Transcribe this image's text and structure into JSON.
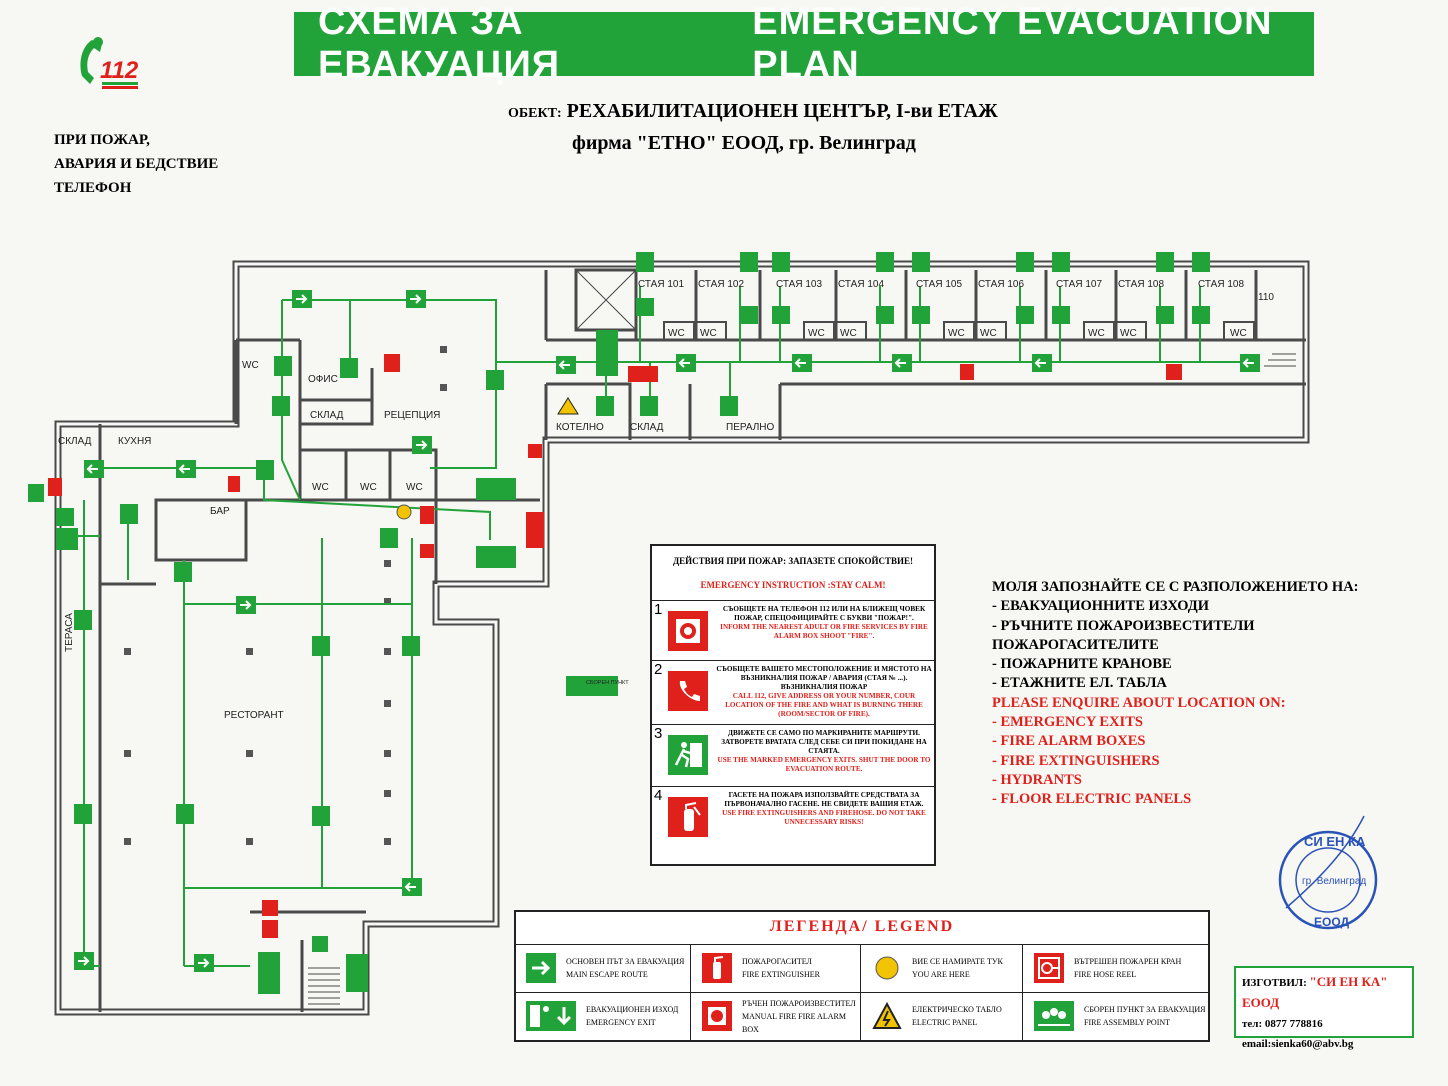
{
  "title": {
    "bg": "СХЕМА ЗА ЕВАКУАЦИЯ",
    "en": "EMERGENCY EVACUATION PLAN"
  },
  "logo_number": "112",
  "phone_note": [
    "ПРИ ПОЖАР,",
    "АВАРИЯ И БЕДСТВИЕ",
    "ТЕЛЕФОН"
  ],
  "object": {
    "label": "ОБЕКТ:",
    "name": "РЕХАБИЛИТАЦИОНЕН ЦЕНТЪР, I-ви ЕТАЖ",
    "firm": "фирма \"ЕТНО\" ЕООД, гр. Велинград"
  },
  "rooms": {
    "r101": "СТАЯ 101",
    "r102": "СТАЯ 102",
    "r103": "СТАЯ 103",
    "r104": "СТАЯ 104",
    "r105": "СТАЯ 105",
    "r106": "СТАЯ 106",
    "r107": "СТАЯ 107",
    "r108": "СТАЯ 108",
    "r109": "СТАЯ 108",
    "r110": "110",
    "wc": "WC",
    "office": "ОФИС",
    "storage": "СКЛАД",
    "reception": "РЕЦЕПЦИЯ",
    "kitchen": "КУХНЯ",
    "bar": "БАР",
    "terrace": "ТЕРАСА",
    "restaurant": "РЕСТОРАНТ",
    "boiler": "КОТЕЛНО",
    "laundry": "ПЕРАЛНО",
    "assembly": "СБОРЕН ПУНКТ"
  },
  "instructions": {
    "header": "ДЕЙСТВИЯ ПРИ ПОЖАР: ЗАПАЗЕТЕ СПОКОЙСТВИЕ!",
    "header_en": "EMERGENCY INSTRUCTION :STAY CALM!",
    "steps": [
      {
        "num": "1",
        "bg": "СЪОБЩЕТЕ НА ТЕЛЕФОН 112 ИЛИ НА БЛИЖЕЩ ЧОВЕК ПОЖАР, СПЕЦОФИЦИРАЙТЕ С БУКВИ \"ПОЖАР!\".",
        "en": "INFORM THE NEAREST ADULT OR FIRE SERVICES BY FIRE ALARM BOX SHOOT \"FIRE\".",
        "icon": "fire-alarm-icon"
      },
      {
        "num": "2",
        "bg": "СЪОБЩЕТЕ ВАШЕТО МЕСТОПОЛОЖЕНИЕ И МЯСТОТО НА ВЪЗНИКНАЛИЯ ПОЖАР / АВАРИЯ (СТАЯ № ...). ВЪЗНИКНАЛИЯ ПОЖАР",
        "en": "CALL 112, GIVE ADDRESS OR YOUR NUMBER, COUR LOCATION OF THE FIRE AND WHAT IS BURNING THERE (ROOM/SECTOR OF FIRE).",
        "icon": "phone-icon"
      },
      {
        "num": "3",
        "bg": "ДВИЖЕТЕ СЕ САМО ПО МАРКИРАНИТЕ МАРШРУТИ. ЗАТВОРЕТЕ ВРАТАТА СЛЕД СЕБЕ СИ ПРИ ПОКИДАНЕ НА СТАЯТА.",
        "en": "USE THE MARKED EMERGENCY EXITS. SHUT THE DOOR TO EVACUATION ROUTE.",
        "icon": "running-man-icon"
      },
      {
        "num": "4",
        "bg": "ГАСЕТЕ НА ПОЖАРА ИЗПОЛЗВАЙТЕ СРЕДСТВАТА ЗА ПЪРВОНАЧАЛНО ГАСЕНЕ. НЕ СВИДЕТЕ ВАШИЯ ЕТАЖ.",
        "en": "USE FIRE EXTINGUISHERS AND FIREHOSE. DO NOT TAKE UNNECESSARY RISKS!",
        "icon": "extinguisher-icon"
      }
    ]
  },
  "please": {
    "bg_title": "МОЛЯ ЗАПОЗНАЙТЕ СЕ С РАЗПОЛОЖЕНИЕТО НА:",
    "bg_items": [
      "-   ЕВАКУАЦИОННИТЕ ИЗХОДИ",
      "-   РЪЧНИТЕ ПОЖАРОИЗВЕСТИТЕЛИ",
      "ПОЖАРОГАСИТЕЛИТЕ",
      "-   ПОЖАРНИТЕ КРАНОВЕ",
      "-   ЕТАЖНИТЕ ЕЛ. ТАБЛА"
    ],
    "en_title": "PLEASE ENQUIRE ABOUT LOCATION ON:",
    "en_items": [
      "-   EMERGENCY EXITS",
      "-   FIRE ALARM BOXES",
      "-   FIRE EXTINGUISHERS",
      "-   HYDRANTS",
      "-   FLOOR ELECTRIC PANELS"
    ]
  },
  "legend": {
    "title": "ЛЕГЕНДА/     LEGEND",
    "items": [
      {
        "bg": "ОСНОВЕН ПЪТ ЗА ЕВАКУАЦИЯ",
        "en": "MAIN ESCAPE ROUTE",
        "icon": "arrow-right-icon"
      },
      {
        "bg": "ПОЖАРОГАСИТЕЛ",
        "en": "FIRE EXTINGUISHER",
        "icon": "extinguisher-icon"
      },
      {
        "bg": "ВИЕ СЕ НАМИРАТЕ ТУК",
        "en": "YOU ARE HERE",
        "icon": "you-are-here-icon"
      },
      {
        "bg": "ВЪТРЕШЕН ПОЖАРЕН КРАН",
        "en": "FIRE HOSE REEL",
        "icon": "hose-reel-icon"
      },
      {
        "bg": "ЕВАКУАЦИОНЕН ИЗХОД",
        "en": "EMERGENCY EXIT",
        "icon": "emergency-exit-icon"
      },
      {
        "bg": "РЪЧЕН ПОЖАРОИЗВЕСТИТЕЛ",
        "en": "MANUAL FIRE FIRE ALARM BOX",
        "icon": "fire-alarm-icon"
      },
      {
        "bg": "ЕЛЕКТРИЧЕСКО ТАБЛО",
        "en": "ELECTRIC PANEL",
        "icon": "electric-panel-icon"
      },
      {
        "bg": "СБОРЕН ПУНКТ ЗА ЕВАКУАЦИЯ",
        "en": "FIRE ASSEMBLY POINT",
        "icon": "assembly-point-icon"
      }
    ]
  },
  "maker": {
    "label": "ИЗГОТВИЛ:",
    "name": "\"СИ ЕН КА\" ЕООД",
    "phone": "тел: 0877 778816",
    "email": "email:sienka60@abv.bg"
  },
  "stamp": {
    "top": "СИ ЕН КА",
    "middle": "гр. Велинград",
    "bottom": "ЕООД"
  },
  "colors": {
    "green": "#22a33a",
    "red": "#e0201b",
    "wall": "#4a4a4a",
    "yellow": "#f2c300"
  }
}
